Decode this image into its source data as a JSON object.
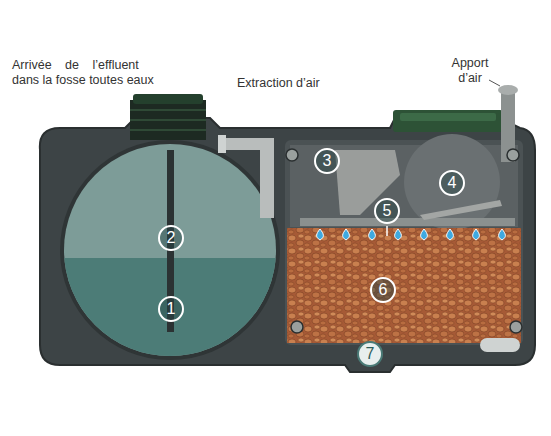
{
  "diagram": {
    "nodes": [
      {
        "text": [
          "1"
        ]
      },
      {
        "text": [
          "2"
        ]
      },
      {
        "text": [
          "3"
        ]
      },
      {
        "text": [
          "4"
        ]
      },
      {
        "text": [
          "5"
        ]
      },
      {
        "text": [
          "6"
        ]
      },
      {
        "text": [
          "7"
        ]
      }
    ],
    "labels": [
      "Arrivée de l’effluent dans la fosse toutes eaux",
      "Extraction d’air",
      "Apport d’air"
    ]
  }
}
